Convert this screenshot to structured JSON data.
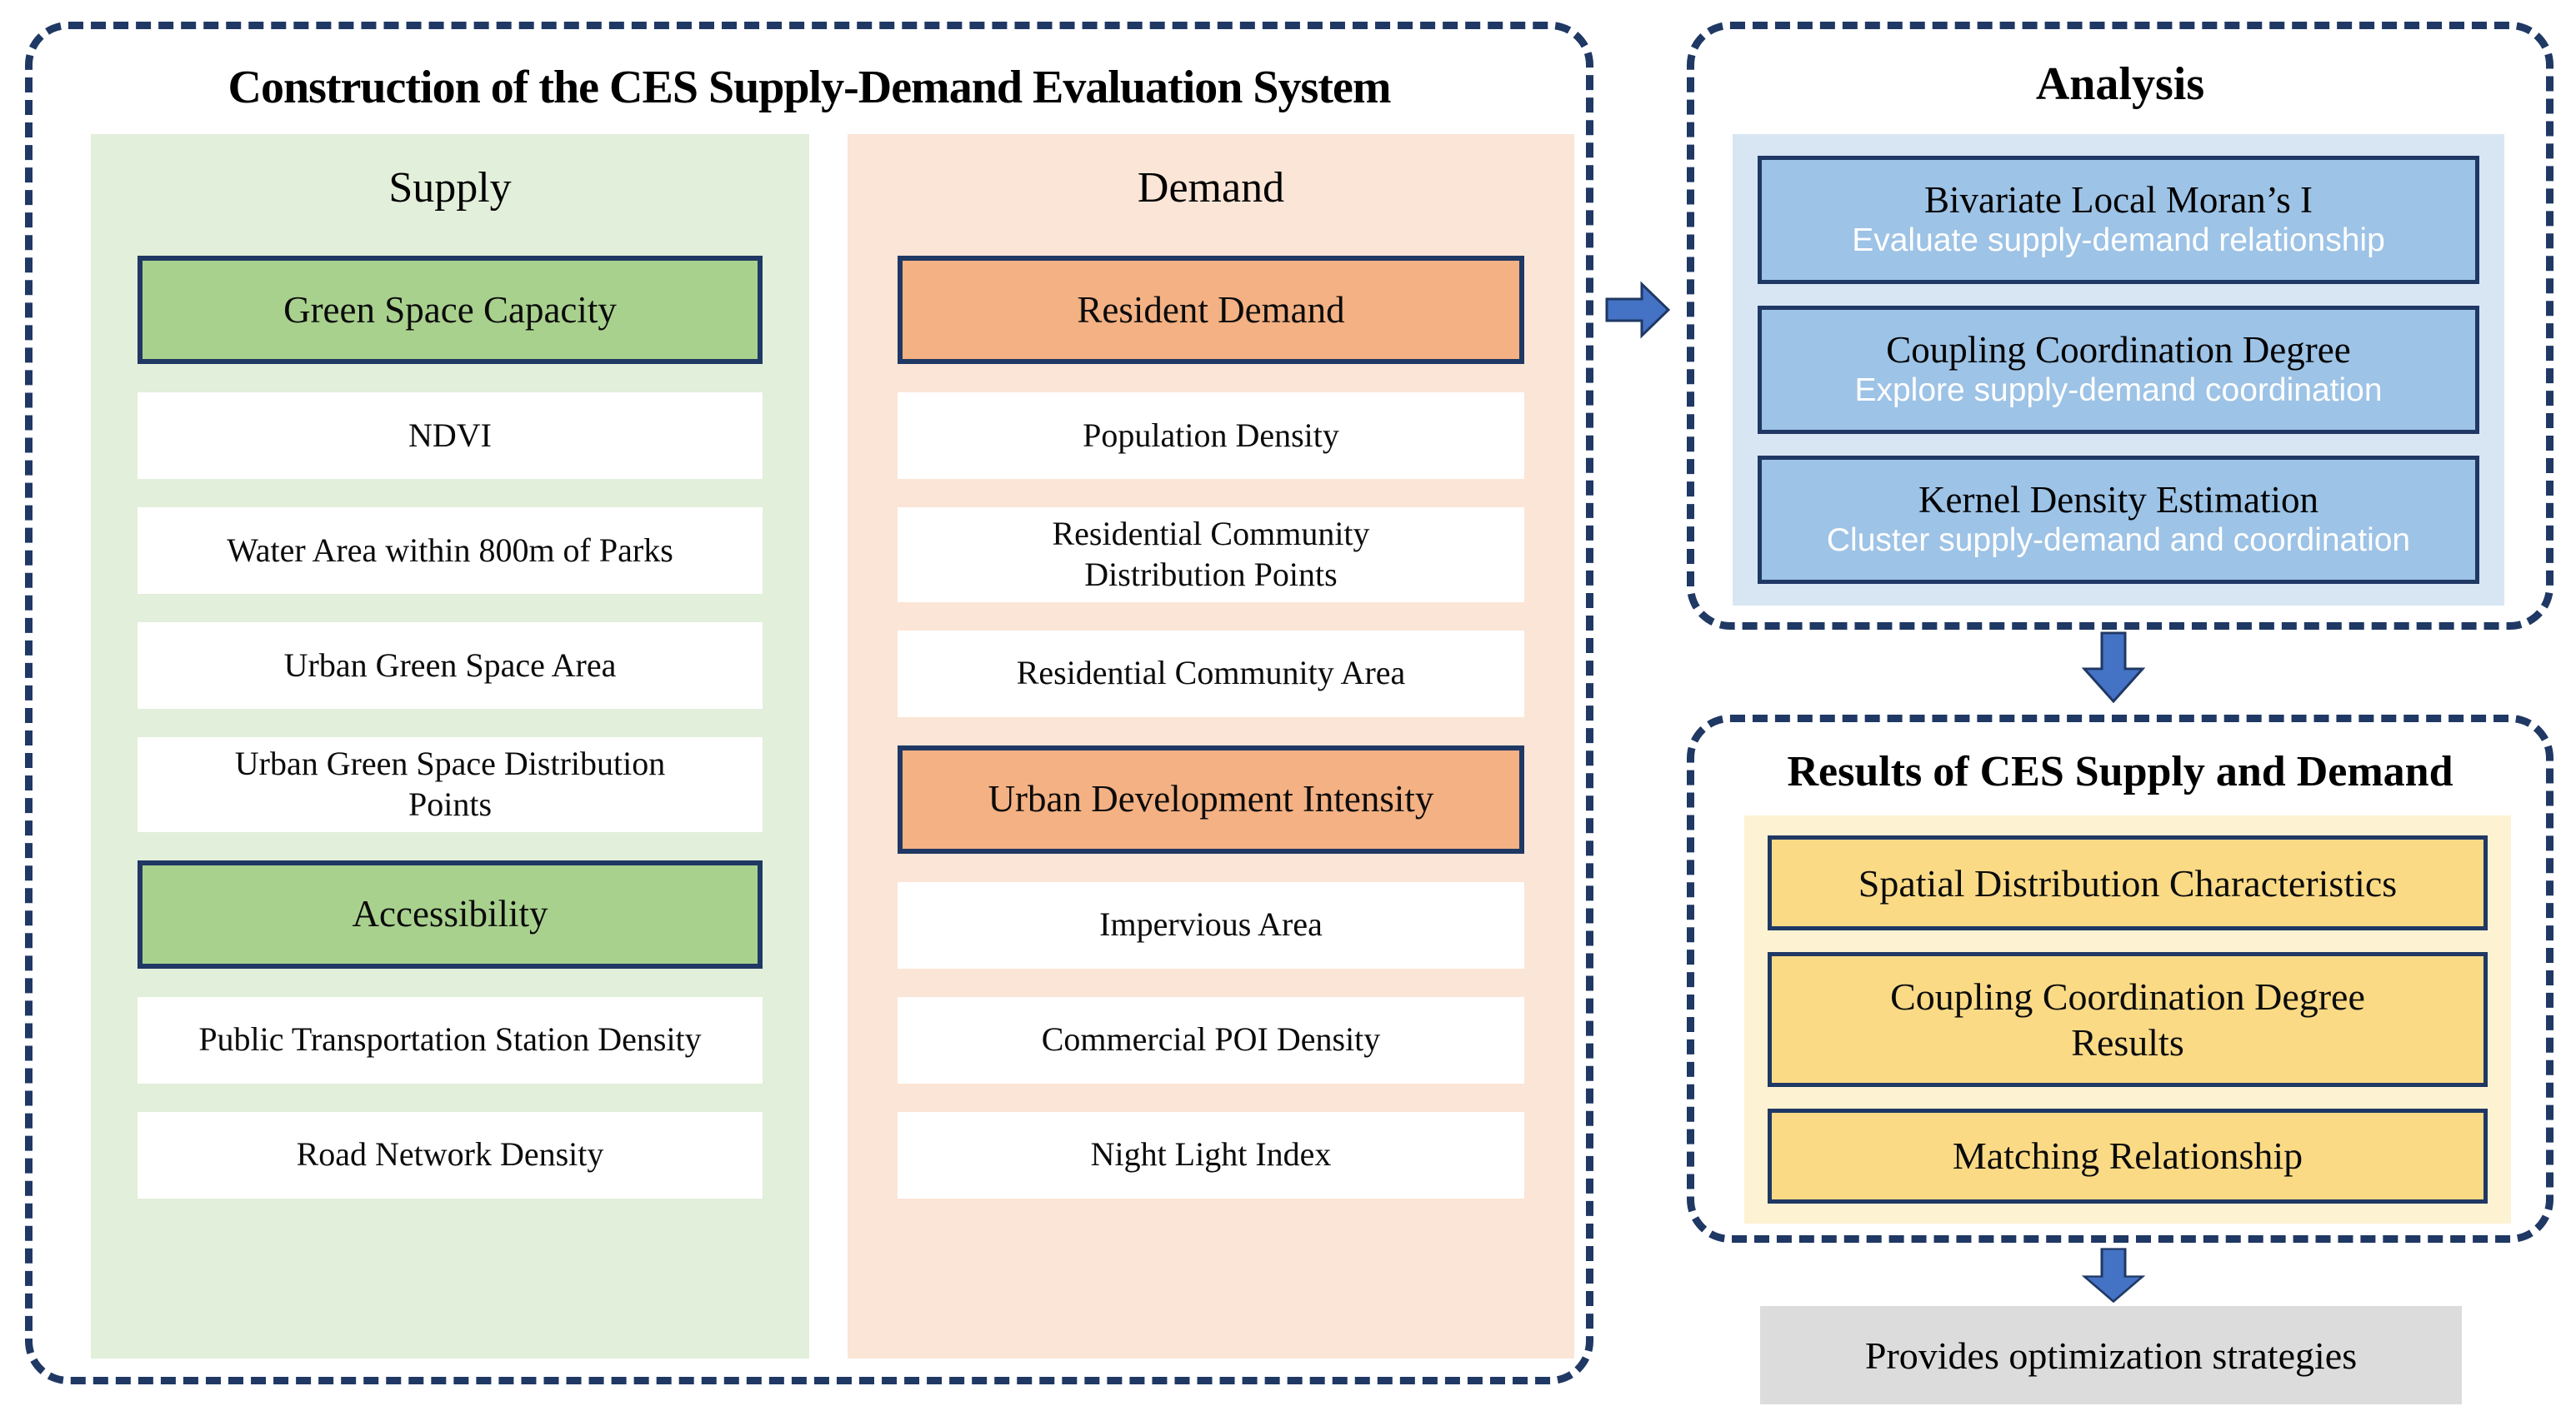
{
  "colors": {
    "navy_border": "#1f3864",
    "arrow_blue": "#4472c4",
    "supply_panel_bg": "#e2efda",
    "supply_category_bg": "#a9d18e",
    "demand_panel_bg": "#fbe5d6",
    "demand_category_bg": "#f4b183",
    "analysis_panel_bg": "#d8e6f3",
    "analysis_box_bg": "#9dc3e6",
    "results_panel_bg": "#fdf2d2",
    "results_box_bg": "#fada85",
    "strategy_box_bg": "#dcdcdc"
  },
  "construction_panel": {
    "title": "Construction of the CES Supply-Demand Evaluation System",
    "columns": [
      {
        "header": "Supply",
        "boxes": [
          {
            "label": "Green Space Capacity",
            "type": "category"
          },
          {
            "label": "NDVI",
            "type": "item"
          },
          {
            "label": "Water Area within 800m of Parks",
            "type": "item"
          },
          {
            "label": "Urban Green Space Area",
            "type": "item"
          },
          {
            "label": "Urban Green Space Distribution Points",
            "type": "item"
          },
          {
            "label": "Accessibility",
            "type": "category"
          },
          {
            "label": "Public Transportation Station Density",
            "type": "item"
          },
          {
            "label": "Road Network Density",
            "type": "item"
          }
        ]
      },
      {
        "header": "Demand",
        "boxes": [
          {
            "label": "Resident Demand",
            "type": "category"
          },
          {
            "label": "Population Density",
            "type": "item"
          },
          {
            "label": "Residential Community Distribution Points",
            "type": "item"
          },
          {
            "label": "Residential Community Area",
            "type": "item"
          },
          {
            "label": "Urban Development Intensity",
            "type": "category"
          },
          {
            "label": "Impervious Area",
            "type": "item"
          },
          {
            "label": "Commercial POI Density",
            "type": "item"
          },
          {
            "label": "Night Light Index",
            "type": "item"
          }
        ]
      }
    ]
  },
  "analysis_panel": {
    "title": "Analysis",
    "boxes": [
      {
        "title": "Bivariate Local Moran’s I",
        "subtitle": "Evaluate supply-demand relationship"
      },
      {
        "title": "Coupling Coordination Degree",
        "subtitle": "Explore supply-demand coordination"
      },
      {
        "title": "Kernel Density Estimation",
        "subtitle": "Cluster supply-demand and coordination"
      }
    ]
  },
  "results_panel": {
    "title": "Results of CES Supply and Demand",
    "boxes": [
      {
        "label": "Spatial Distribution Characteristics"
      },
      {
        "label": "Coupling Coordination Degree Results"
      },
      {
        "label": "Matching Relationship"
      }
    ]
  },
  "strategy_box": {
    "label": "Provides optimization strategies"
  },
  "icons": {
    "arrow_right": "flow-arrow-right",
    "arrow_down": "flow-arrow-down"
  }
}
